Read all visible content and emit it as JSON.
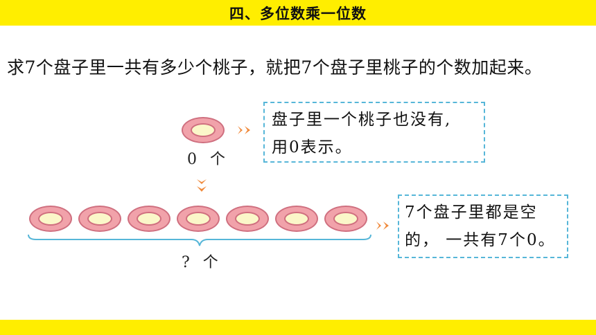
{
  "header": {
    "title": "四、多位数乘一位数"
  },
  "intro": "求7个盘子里一共有多少个桃子，就把7个盘子里桃子的个数加起来。",
  "single_plate": {
    "label": "0 个"
  },
  "note_top": {
    "line1": "盘子里一个桃子也没有,",
    "line2": "用0表示。"
  },
  "row": {
    "plate_count": 7,
    "label": "? 个"
  },
  "note_bottom": {
    "line1": "7个盘子里都是空",
    "line2": "的， 一共有7个0。"
  },
  "colors": {
    "header_bar": "#ffee00",
    "plate_rim": "#f1a2aa",
    "plate_center": "#fbf7c9",
    "arrow": "#f08a3c",
    "note_border": "#56b6d8",
    "brace": "#56b6d8"
  }
}
